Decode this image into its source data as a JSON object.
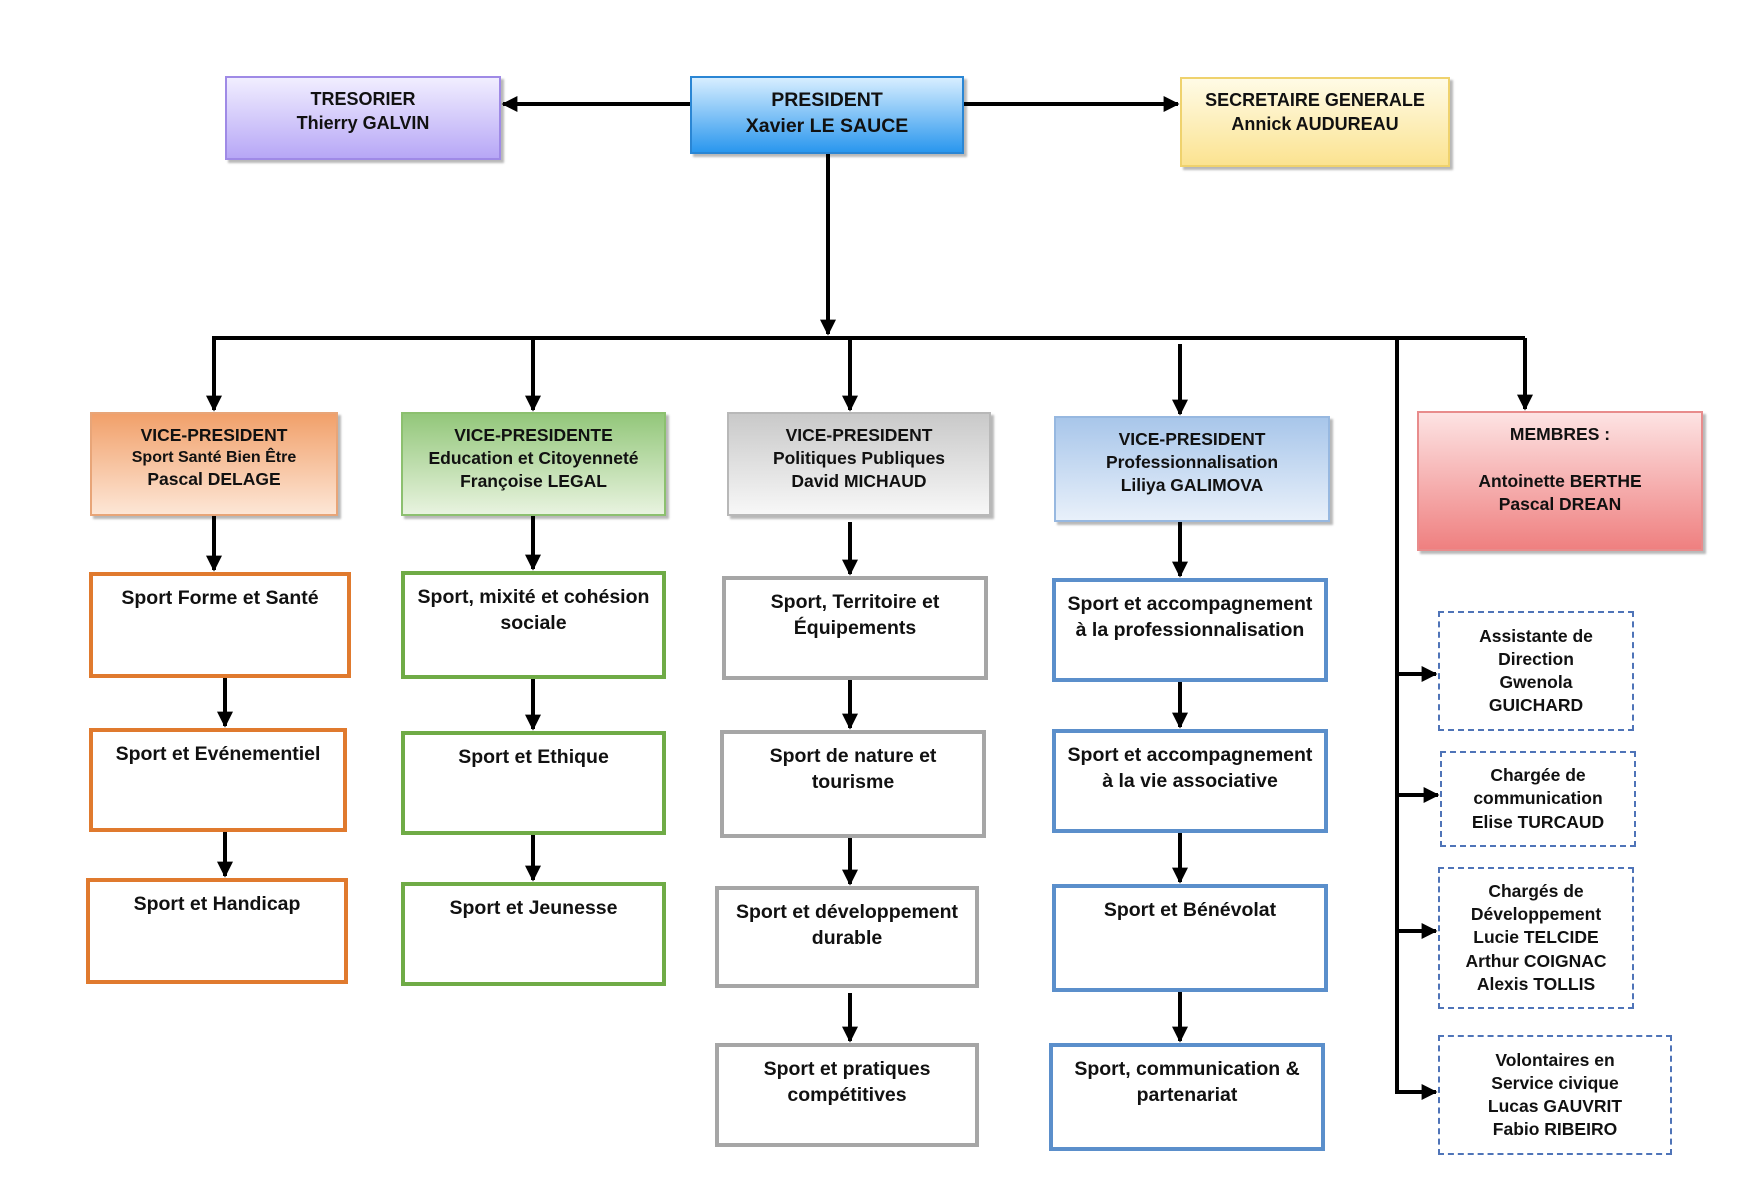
{
  "president": {
    "title": "PRESIDENT",
    "name": "Xavier LE SAUCE"
  },
  "treasurer": {
    "title": "TRESORIER",
    "name": "Thierry GALVIN"
  },
  "secretary": {
    "title": "SECRETAIRE GENERALE",
    "name": "Annick AUDUREAU"
  },
  "vice_presidents": [
    {
      "title": "VICE-PRESIDENT",
      "domain": "Sport Santé Bien Être",
      "name": "Pascal DELAGE"
    },
    {
      "title": "VICE-PRESIDENTE",
      "domain": "Education et Citoyenneté",
      "name": "Françoise LEGAL"
    },
    {
      "title": "VICE-PRESIDENT",
      "domain": "Politiques Publiques",
      "name": "David MICHAUD"
    },
    {
      "title": "VICE-PRESIDENT",
      "domain": "Professionnalisation",
      "name": "Liliya GALIMOVA"
    }
  ],
  "members": {
    "title": "MEMBRES :",
    "names": [
      "Antoinette BERTHE",
      "Pascal DREAN"
    ]
  },
  "departments": [
    [
      {
        "lines": [
          "Sport Forme et Santé"
        ]
      },
      {
        "lines": [
          "Sport et Evénementiel"
        ]
      },
      {
        "lines": [
          "Sport et Handicap"
        ]
      }
    ],
    [
      {
        "lines": [
          "Sport, mixité et cohésion",
          "sociale"
        ]
      },
      {
        "lines": [
          "Sport et Ethique"
        ]
      },
      {
        "lines": [
          "Sport et Jeunesse"
        ]
      }
    ],
    [
      {
        "lines": [
          "Sport, Territoire et",
          "Équipements"
        ]
      },
      {
        "lines": [
          "Sport de nature et",
          "tourisme"
        ]
      },
      {
        "lines": [
          "Sport et développement",
          "durable"
        ]
      },
      {
        "lines": [
          "Sport et pratiques",
          "compétitives"
        ]
      }
    ],
    [
      {
        "lines": [
          "Sport et accompagnement",
          "à la professionnalisation"
        ]
      },
      {
        "lines": [
          "Sport et accompagnement",
          "à la vie associative"
        ]
      },
      {
        "lines": [
          "Sport et Bénévolat"
        ]
      },
      {
        "lines": [
          "Sport, communication &",
          "partenariat"
        ]
      }
    ]
  ],
  "staff": [
    {
      "lines": [
        "Assistante de",
        "Direction",
        "Gwenola",
        "GUICHARD"
      ]
    },
    {
      "lines": [
        "Chargée de",
        "communication",
        "Elise TURCAUD"
      ]
    },
    {
      "lines": [
        "Chargés de",
        "Développement",
        "Lucie TELCIDE",
        "Arthur COIGNAC",
        "Alexis TOLLIS"
      ]
    },
    {
      "lines": [
        "Volontaires en",
        "Service civique",
        "Lucas GAUVRIT",
        "Fabio RIBEIRO"
      ]
    }
  ],
  "colors": {
    "connector": "#000000",
    "orange": "#e07a2e",
    "green": "#6fab46",
    "gray": "#a6a6a6",
    "blue": "#5b8fcb",
    "staff_border": "#4f74b8"
  }
}
